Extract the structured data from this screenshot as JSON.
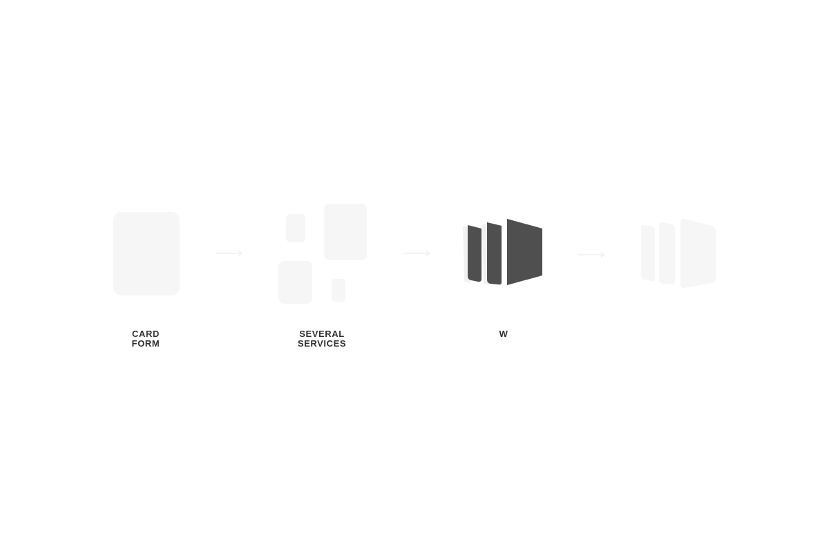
{
  "steps": [
    {
      "id": "card-form",
      "label_lines": [
        "CARD",
        "FORM"
      ]
    },
    {
      "id": "several-services",
      "label_lines": [
        "SEVERAL",
        "SERVICES"
      ]
    },
    {
      "id": "w",
      "label_lines": [
        "W"
      ]
    },
    {
      "id": "fourth-step",
      "label_lines": []
    }
  ],
  "colors": {
    "background": "#ffffff",
    "faded_shape": "#f6f6f6",
    "active_shape": "#4f4f4f",
    "arrow": "#ececec",
    "label_text": "#2f2f2f"
  },
  "icons": {
    "card_form": "card-shape-icon",
    "several_services": "scattered-cards-icon",
    "w_active": "stacked-panels-icon",
    "w_faded": "stacked-panels-faded-icon",
    "arrow": "arrow-right-icon"
  }
}
